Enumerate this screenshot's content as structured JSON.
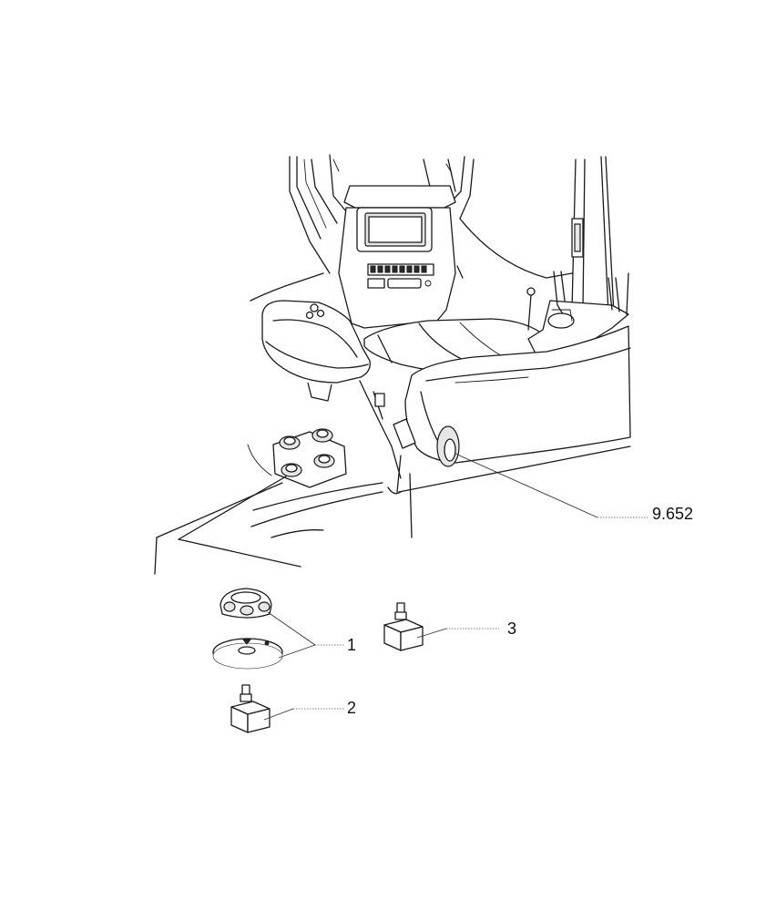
{
  "callouts": {
    "ref": "9.652",
    "item1": "1",
    "item2": "2",
    "item3": "3"
  }
}
